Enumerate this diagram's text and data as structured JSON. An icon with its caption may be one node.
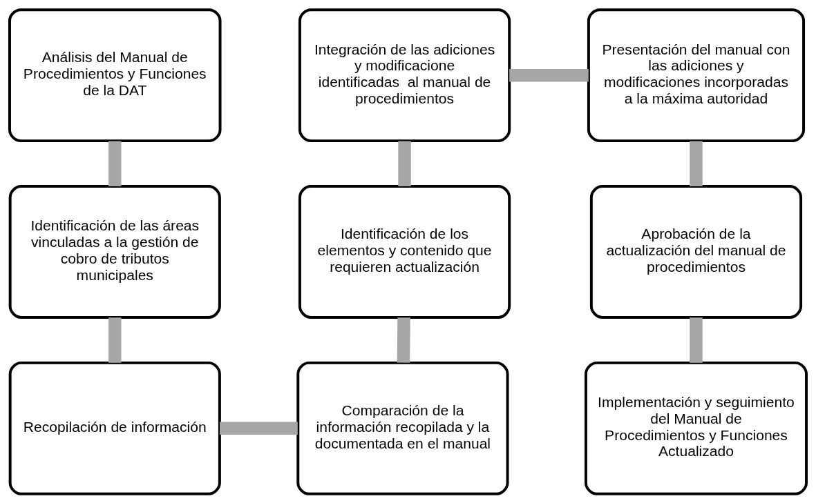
{
  "diagram": {
    "nodes": [
      {
        "text": [
          "Análisis del Manual de Procedimientos y Funciones de la DAT"
        ]
      },
      {
        "text": [
          "Identificación de las áreas vinculadas a la gestión de cobro de tributos municipales"
        ]
      },
      {
        "text": [
          "Recopilación de información"
        ]
      },
      {
        "text": [
          "Comparación de la información recopilada y la documentada en el manual"
        ]
      },
      {
        "text": [
          "Identificación de los elementos y contenido que requieren actualización"
        ]
      },
      {
        "text": [
          "Integración de las adiciones y modificacione identificadas  al manual de procedimientos"
        ]
      },
      {
        "text": [
          "Presentación del manual con las adiciones y modificaciones incorporadas a la máxima autoridad"
        ]
      },
      {
        "text": [
          "Aprobación de la actualización del manual de procedimientos"
        ]
      },
      {
        "text": [
          "Implementación y seguimiento del Manual de Procedimientos y Funciones Actualizado"
        ]
      }
    ],
    "edges": [
      {
        "from": 0,
        "to": 1,
        "arrow": "none"
      },
      {
        "from": 1,
        "to": 2,
        "arrow": "none"
      },
      {
        "from": 2,
        "to": 3,
        "arrow": "none"
      },
      {
        "from": 3,
        "to": 4,
        "arrow": "none"
      },
      {
        "from": 4,
        "to": 5,
        "arrow": "none"
      },
      {
        "from": 5,
        "to": 6,
        "arrow": "none"
      },
      {
        "from": 6,
        "to": 7,
        "arrow": "none"
      },
      {
        "from": 7,
        "to": 8,
        "arrow": "none"
      }
    ]
  }
}
